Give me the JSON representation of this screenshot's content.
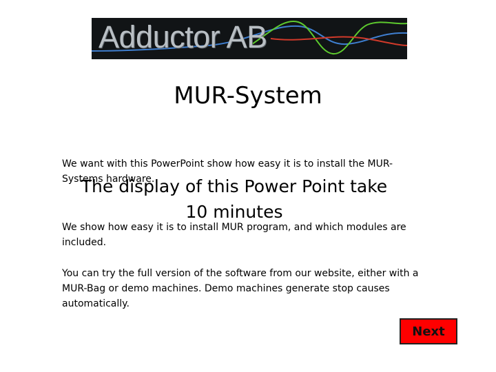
{
  "banner": {
    "logo_text": "Adductor AB",
    "colors": {
      "background": "#111416",
      "wave_green": "#5ecb2e",
      "wave_red": "#d23a2a",
      "wave_blue": "#3f7fd0",
      "text": "#b9bfc4"
    }
  },
  "page": {
    "title": "MUR-System",
    "paragraphs": [
      "We want with this PowerPoint show how easy it is to install the MUR-Systems hardware.",
      "We show how easy it is to install MUR program, and which modules are included.",
      "You can try the full version of the software from our website, either with a MUR-Bag or demo machines. Demo machines generate stop causes automatically."
    ],
    "overlay_title": "The display of this Power Point take 10 minutes"
  },
  "navigation": {
    "next_label": "Next",
    "next_color": "#ff0000"
  }
}
